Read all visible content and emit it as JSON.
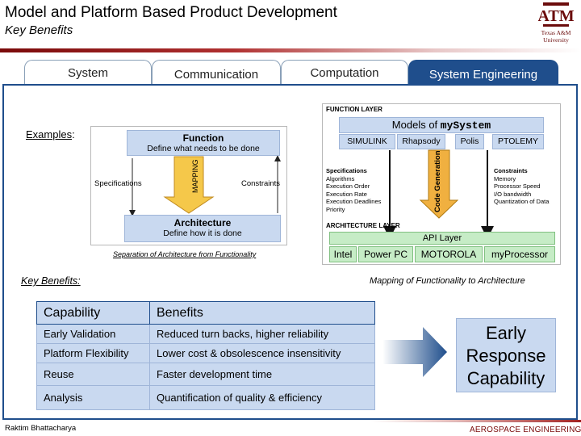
{
  "header": {
    "title": "Model and Platform Based Product Development",
    "subtitle": "Key Benefits",
    "logo_text_line1": "Texas A&M",
    "logo_text_line2": "University"
  },
  "tabs": [
    {
      "label": "System",
      "active": false
    },
    {
      "label": "Communication",
      "active": false
    },
    {
      "label": "Computation",
      "active": false
    },
    {
      "label": "System Engineering",
      "active": true
    }
  ],
  "examples_label": "Examples",
  "examples_colon": ":",
  "left_diagram": {
    "function_title": "Function",
    "function_sub": "Define what needs to be done",
    "architecture_title": "Architecture",
    "architecture_sub": "Define how it is done",
    "specifications": "Specifications",
    "constraints": "Constraints",
    "mapping": "MAPPING",
    "caption": "Separation of Architecture from Functionality"
  },
  "right_diagram": {
    "function_layer": "FUNCTION LAYER",
    "models_prefix": "Models of ",
    "models_mono": "mySystem",
    "tools": [
      "SIMULINK",
      "Rhapsody",
      "Polis",
      "PTOLEMY"
    ],
    "specifications": {
      "head": "Specifications",
      "items": [
        "Algorithms",
        "Execution Order",
        "Execution Rate",
        "Execution Deadlines",
        "Priority"
      ]
    },
    "constraints": {
      "head": "Constraints",
      "items": [
        "Memory",
        "Processor Speed",
        "I/O bandwidth",
        "Quantization of Data"
      ]
    },
    "code_generation": "Code Generation",
    "architecture_layer": "ARCHITECTURE LAYER",
    "api_layer": "API Layer",
    "processors": [
      "Intel",
      "Power PC",
      "MOTOROLA",
      "myProcessor"
    ],
    "caption": "Mapping of Functionality to Architecture"
  },
  "key_benefits_label": "Key Benefits:",
  "benefits_table": {
    "headers": [
      "Capability",
      "Benefits"
    ],
    "rows": [
      [
        "Early Validation",
        "Reduced turn backs, higher reliability"
      ],
      [
        "Platform Flexibility",
        "Lower cost & obsolescence insensitivity"
      ],
      [
        "Reuse",
        "Faster development time"
      ],
      [
        "Analysis",
        "Quantification of quality & efficiency"
      ]
    ]
  },
  "early_response": [
    "Early",
    "Response",
    "Capability"
  ],
  "footer": {
    "author": "Raktim Bhattacharya",
    "department": "AEROSPACE ENGINEERING"
  },
  "colors": {
    "brand_maroon": "#7a0a0a",
    "accent_blue": "#1f4e8c",
    "box_blue": "#c9d9f0",
    "box_green": "#c6ecc6",
    "arrow_orange": "#f0a030"
  }
}
